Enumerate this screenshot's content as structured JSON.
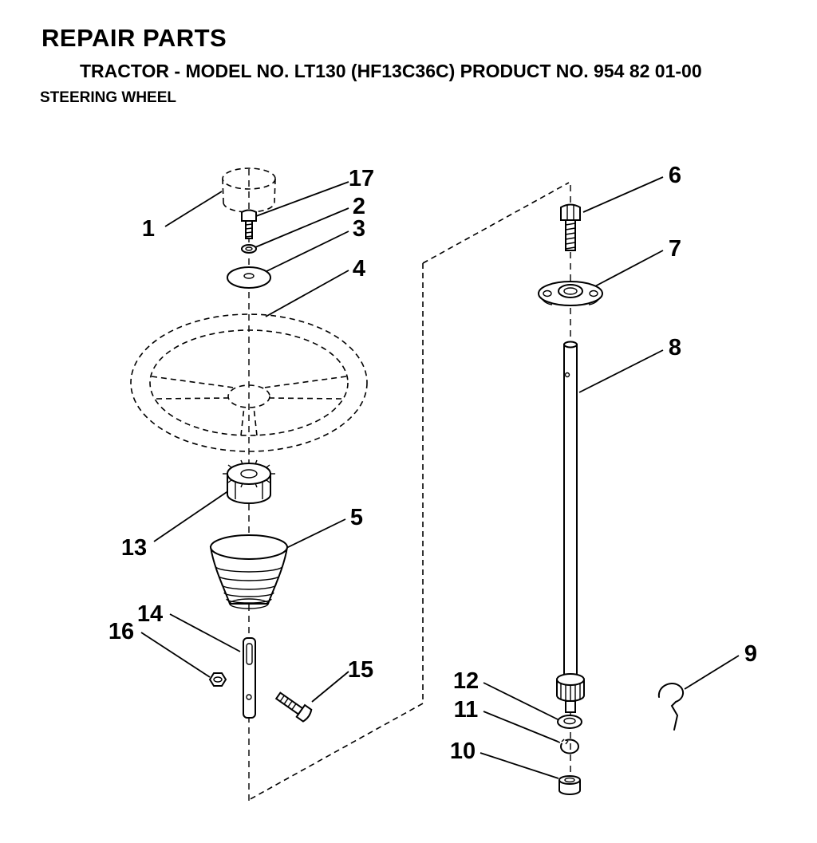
{
  "header": {
    "title": "REPAIR PARTS",
    "subtitle": "TRACTOR - MODEL NO. LT130 (HF13C36C) PRODUCT NO. 954 82 01-00",
    "section": "STEERING WHEEL"
  },
  "diagram": {
    "callouts": {
      "c1": "1",
      "c2": "2",
      "c3": "3",
      "c4": "4",
      "c5": "5",
      "c6": "6",
      "c7": "7",
      "c8": "8",
      "c9": "9",
      "c10": "10",
      "c11": "11",
      "c12": "12",
      "c13": "13",
      "c14": "14",
      "c15": "15",
      "c16": "16",
      "c17": "17"
    }
  },
  "colors": {
    "line": "#000000",
    "background": "#ffffff"
  }
}
